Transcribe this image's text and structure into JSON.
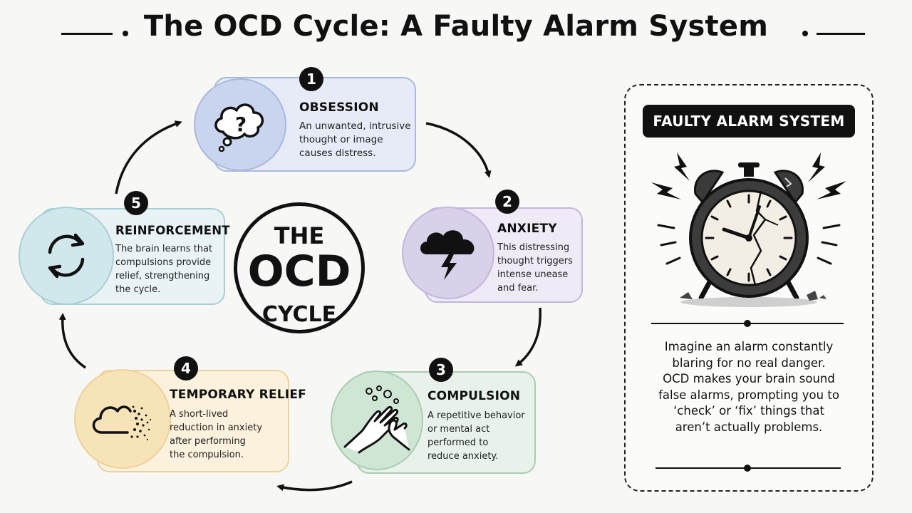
{
  "title": "The OCD Cycle: A Faulty Alarm System",
  "center": {
    "line1": "THE",
    "line2": "OCD",
    "line3": "CYCLE"
  },
  "steps": [
    {
      "number": "1",
      "heading": "OBSESSION",
      "lines": [
        "An unwanted, intrusive",
        "thought or image",
        "causes distress."
      ],
      "icon": "question-thought-cloud-icon"
    },
    {
      "number": "2",
      "heading": "ANXIETY",
      "lines": [
        "This distressing",
        "thought triggers",
        "intense unease",
        "and fear."
      ],
      "icon": "storm-cloud-icon"
    },
    {
      "number": "3",
      "heading": "COMPULSION",
      "lines": [
        "A repetitive behavior",
        "or mental act",
        "performed to",
        "reduce anxiety."
      ],
      "icon": "hand-washing-icon"
    },
    {
      "number": "4",
      "heading": "TEMPORARY RELIEF",
      "lines": [
        "A short-lived",
        "reduction in anxiety",
        "after performing",
        "the compulsion."
      ],
      "icon": "dissolving-cloud-icon"
    },
    {
      "number": "5",
      "heading": "REINFORCEMENT",
      "lines": [
        "The brain learns that",
        "compulsions provide",
        "relief, strengthening",
        "the cycle."
      ],
      "icon": "cycle-arrows-icon"
    }
  ],
  "panel": {
    "badge": "FAULTY ALARM SYSTEM",
    "lines": [
      "Imagine an alarm constantly",
      "blaring for no real danger.",
      "OCD makes your brain sound",
      "false alarms, prompting you to",
      "‘check’ or ‘fix’ things that",
      "aren’t actually problems."
    ],
    "icon": "broken-alarm-clock-icon"
  },
  "colors": {
    "obsession": "#e6ebf7",
    "obsession_border": "#a9b8dc",
    "obsession_disc": "#c9d4ef",
    "anxiety": "#efeaf6",
    "anxiety_border": "#c2b6da",
    "anxiety_disc": "#d9d0ea",
    "compulsion": "#e8f2ea",
    "compulsion_border": "#a9cdb1",
    "compulsion_disc": "#cfe6d5",
    "relief": "#fcf1dc",
    "relief_border": "#ecd29a",
    "relief_disc": "#f7e3b8",
    "reinforcement": "#e9f3f5",
    "reinforcement_border": "#a9cfd6",
    "reinforcement_disc": "#d0e7eb"
  }
}
